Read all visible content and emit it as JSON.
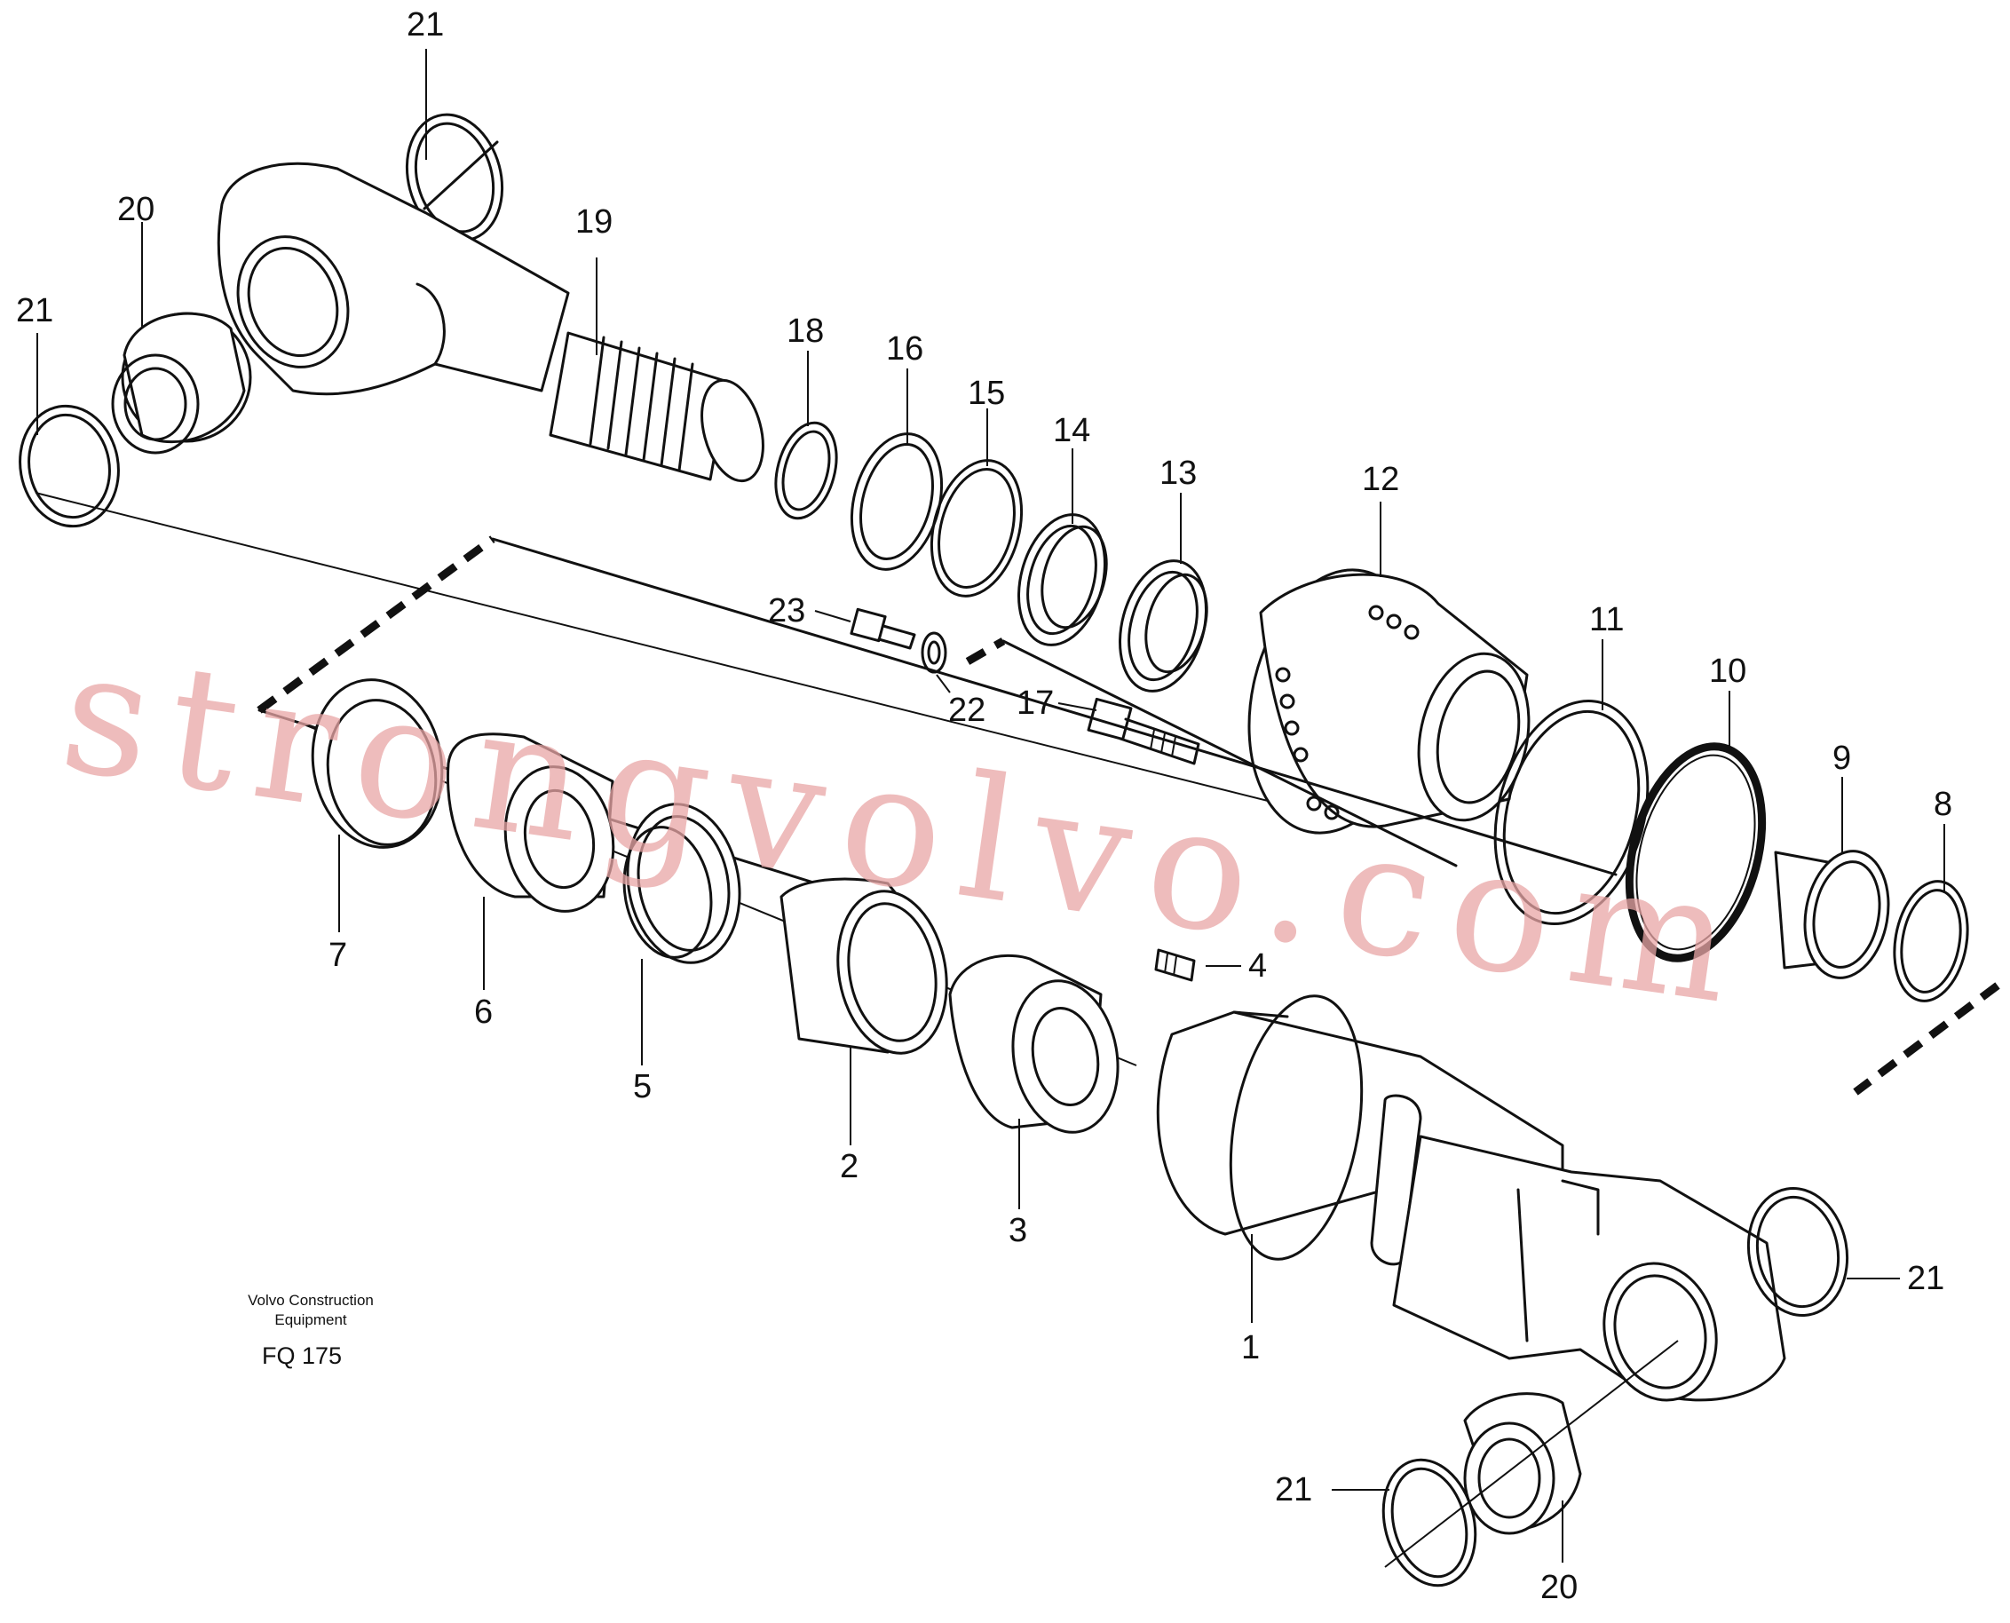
{
  "diagram": {
    "callouts": [
      {
        "id": "c21a",
        "text": "21"
      },
      {
        "id": "c20a",
        "text": "20"
      },
      {
        "id": "c21b",
        "text": "21"
      },
      {
        "id": "c19",
        "text": "19"
      },
      {
        "id": "c18",
        "text": "18"
      },
      {
        "id": "c16",
        "text": "16"
      },
      {
        "id": "c15",
        "text": "15"
      },
      {
        "id": "c14",
        "text": "14"
      },
      {
        "id": "c13",
        "text": "13"
      },
      {
        "id": "c12",
        "text": "12"
      },
      {
        "id": "c23",
        "text": "23"
      },
      {
        "id": "c22",
        "text": "22"
      },
      {
        "id": "c17",
        "text": "17"
      },
      {
        "id": "c11",
        "text": "11"
      },
      {
        "id": "c10",
        "text": "10"
      },
      {
        "id": "c9",
        "text": "9"
      },
      {
        "id": "c8",
        "text": "8"
      },
      {
        "id": "c7",
        "text": "7"
      },
      {
        "id": "c6",
        "text": "6"
      },
      {
        "id": "c5",
        "text": "5"
      },
      {
        "id": "c4",
        "text": "4"
      },
      {
        "id": "c2",
        "text": "2"
      },
      {
        "id": "c3",
        "text": "3"
      },
      {
        "id": "c1",
        "text": "1"
      },
      {
        "id": "c21c",
        "text": "21"
      },
      {
        "id": "c21d",
        "text": "21"
      },
      {
        "id": "c20b",
        "text": "20"
      }
    ],
    "caption": {
      "line1": "Volvo Construction",
      "line2": "Equipment",
      "code": "FQ 175"
    },
    "watermark": "strongvolvo.com"
  }
}
